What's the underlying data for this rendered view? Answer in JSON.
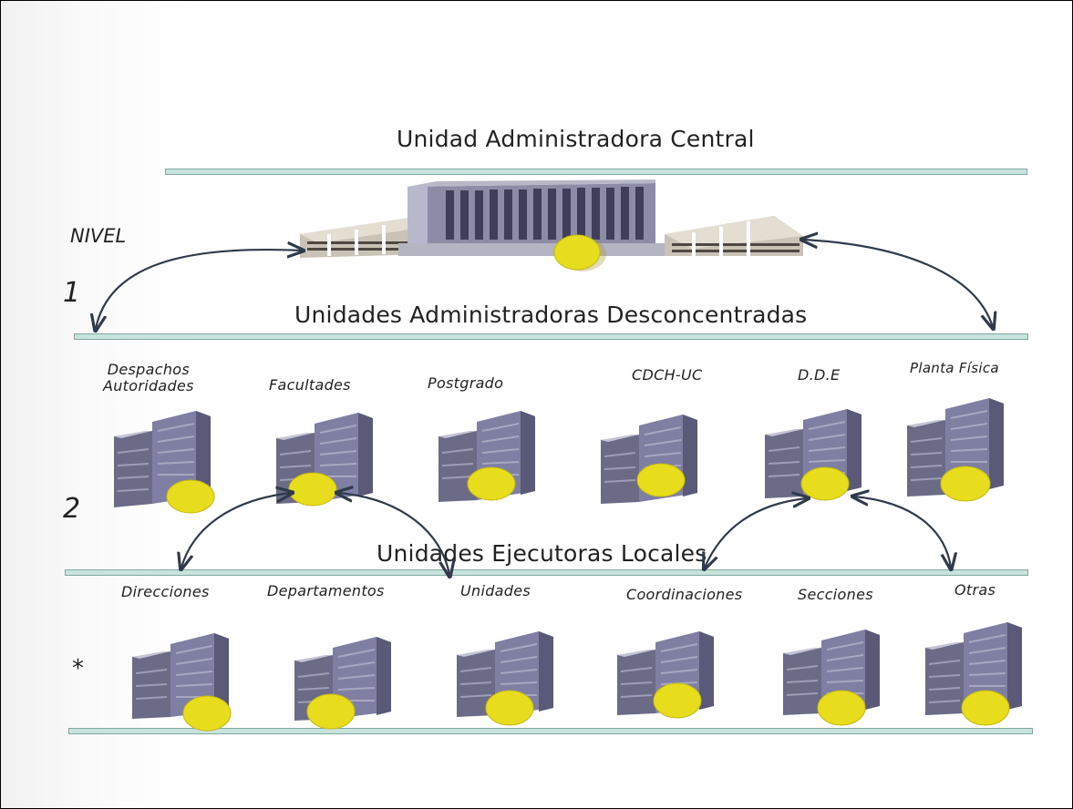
{
  "headings": {
    "central": "Unidad Administradora Central",
    "desconcentradas": "Unidades Administradoras Desconcentradas",
    "ejecutoras": "Unidades Ejecutoras Locales"
  },
  "levels": {
    "nivel": "NIVEL",
    "one": "1",
    "two": "2",
    "star": "*"
  },
  "desconcentradas_labels": [
    {
      "line1": "Despachos",
      "line2": "Autoridades"
    },
    {
      "line1": "Facultades"
    },
    {
      "line1": "Postgrado"
    },
    {
      "line1": "CDCH-UC"
    },
    {
      "line1": "D.D.E"
    },
    {
      "line1": "Planta Física"
    }
  ],
  "ejecutoras_labels": [
    "Direcciones",
    "Departamentos",
    "Unidades",
    "Coordinaciones",
    "Secciones",
    "Otras"
  ],
  "colors": {
    "bar": "#c8e2dc",
    "coin": "#e8dd1c",
    "building": "#7f7fa3"
  },
  "icons": [
    "central-building-icon",
    "server-building-icon",
    "coin-icon",
    "curved-arrow-icon"
  ]
}
